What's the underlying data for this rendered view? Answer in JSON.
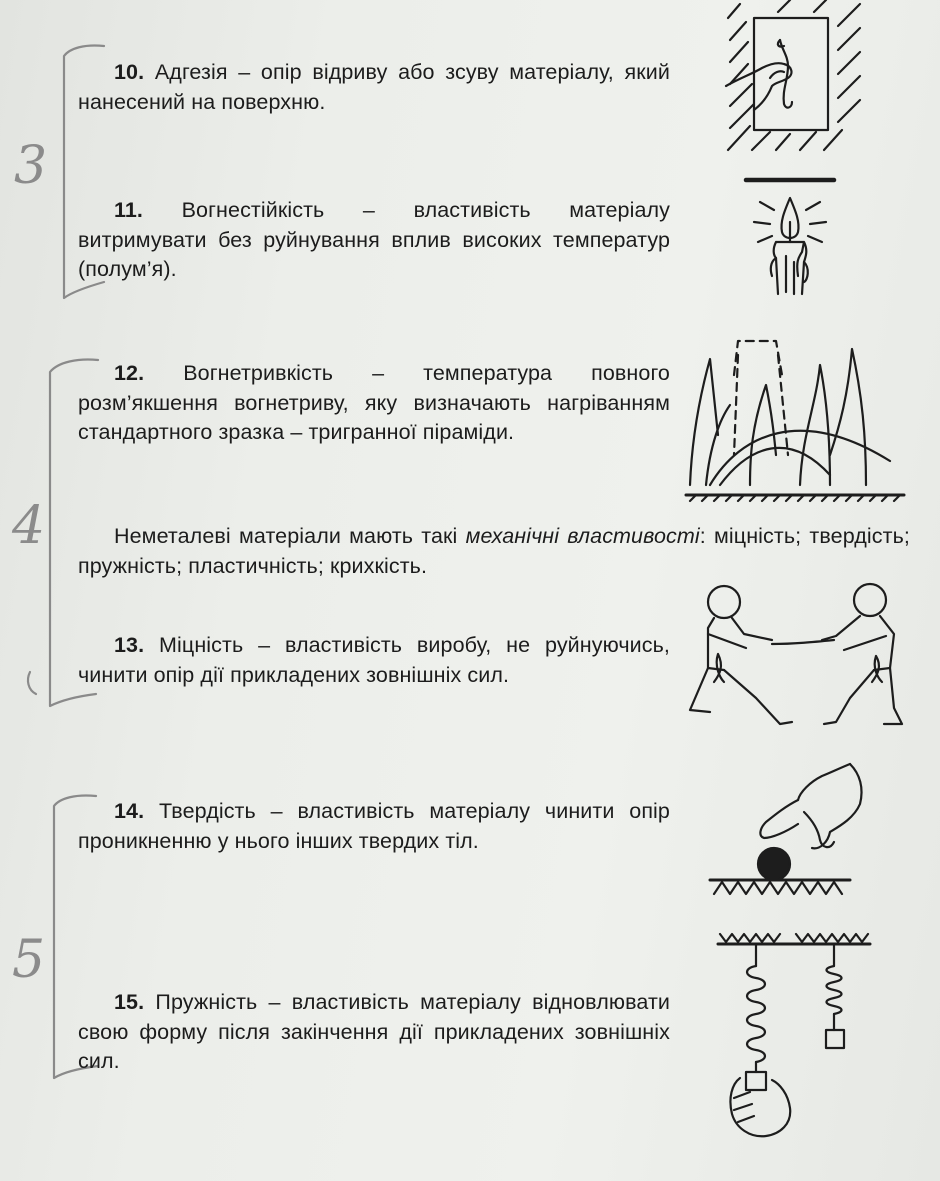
{
  "items": [
    {
      "id": "10",
      "number": "10.",
      "text": " Адгезія – опір відриву або зсуву матеріалу, який нанесений на поверхню."
    },
    {
      "id": "11",
      "number": "11.",
      "text": " Вогнестійкість – властивість матеріалу витримувати без руйнування вплив високих температур (полум’я)."
    },
    {
      "id": "12",
      "number": "12.",
      "text": " Вогнетривкість – температура повного розм’якшення вогнетриву, яку визначають нагріванням стандартного зразка – тригранної піраміди."
    },
    {
      "id": "13",
      "number": "13.",
      "text": " Міцність – властивість виробу, не руйнуючись, чинити опір дії прикладених зовнішніх сил."
    },
    {
      "id": "14",
      "number": "14.",
      "text": " Твердість – властивість матеріалу чинити опір проникненню у нього інших твердих тіл."
    },
    {
      "id": "15",
      "number": "15.",
      "text": " Пружність – властивість матеріалу відновлювати свою форму після закінчення дії прикладених зовнішніх сил."
    }
  ],
  "intro": {
    "before": "Неметалеві матеріали мають такі ",
    "emphasis": "механічні властивості",
    "after": ": міцність; твердість; пружність; пластичність; крихкість."
  },
  "margin_notes": {
    "mark_3": "3",
    "mark_4": "4",
    "mark_5": "5"
  },
  "icons": {
    "adhesion": "adhesion-tape-icon",
    "fire_resistance": "burning-candle-icon",
    "refractoriness": "melting-pyramid-icon",
    "strength": "tug-of-war-icon",
    "hardness": "finger-pressing-ball-icon",
    "elasticity": "springs-icon"
  },
  "colors": {
    "paper": "#eceeea",
    "ink": "#1d1d1d",
    "pencil": "#8a8a8a"
  }
}
